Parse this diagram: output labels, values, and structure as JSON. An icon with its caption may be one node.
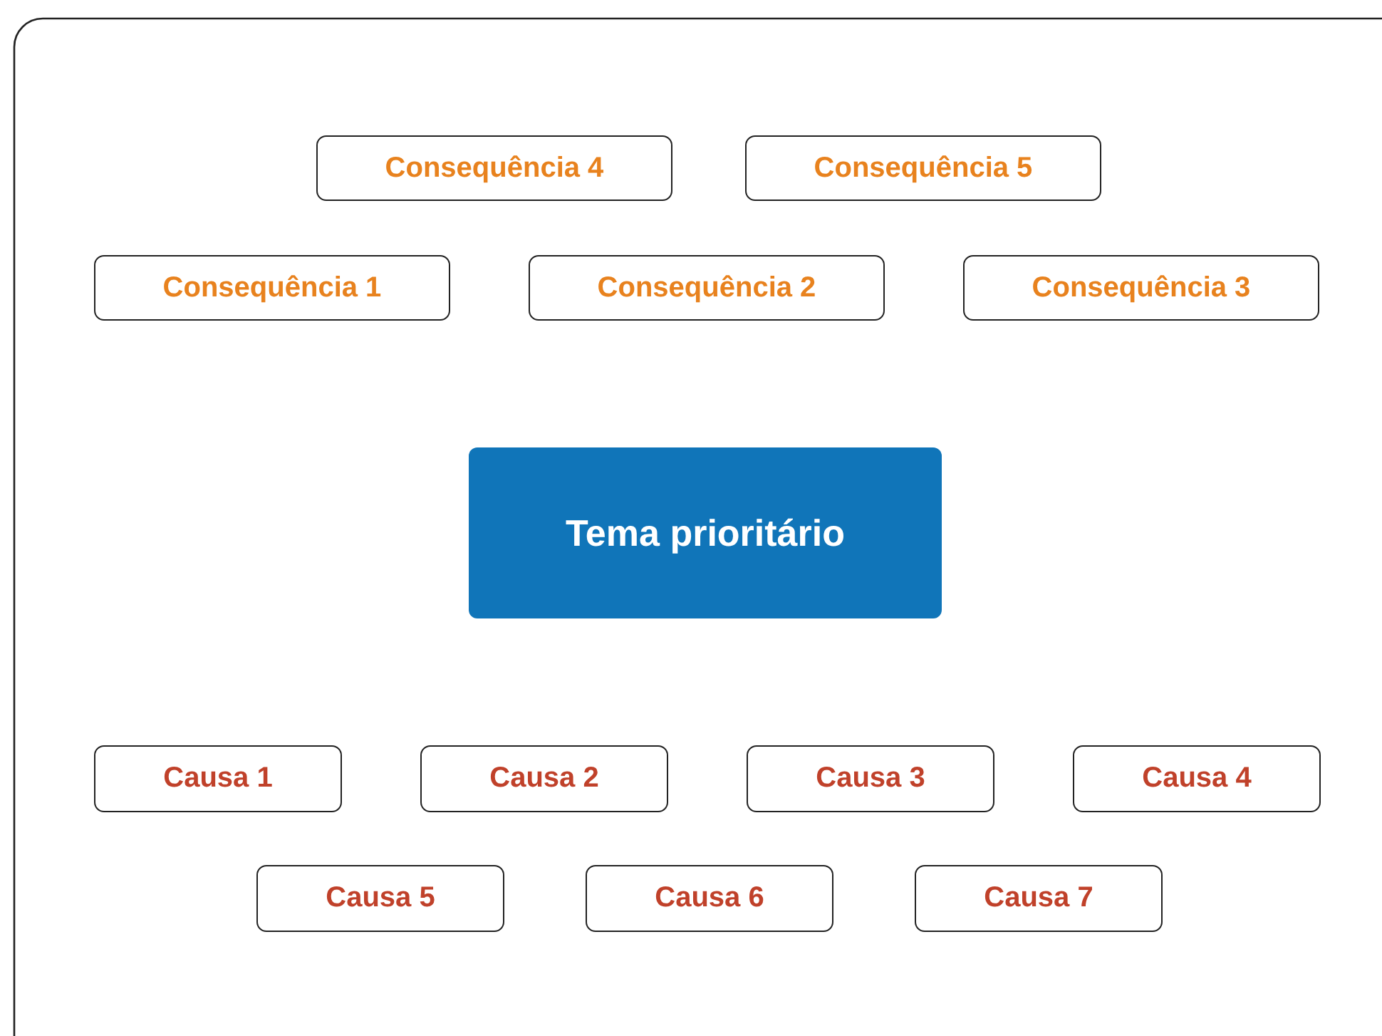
{
  "diagram": {
    "nodes": [
      {
        "text": [
          "Consequência 4"
        ]
      },
      {
        "text": [
          "Consequência 5"
        ]
      },
      {
        "text": [
          "Consequência 1"
        ]
      },
      {
        "text": [
          "Consequência 2"
        ]
      },
      {
        "text": [
          "Consequência 3"
        ]
      },
      {
        "text": [
          "Tema prioritário"
        ]
      },
      {
        "text": [
          "Causa 1"
        ]
      },
      {
        "text": [
          "Causa 2"
        ]
      },
      {
        "text": [
          "Causa 3"
        ]
      },
      {
        "text": [
          "Causa 4"
        ]
      },
      {
        "text": [
          "Causa 5"
        ]
      },
      {
        "text": [
          "Causa 6"
        ]
      },
      {
        "text": [
          "Causa 7"
        ]
      }
    ]
  }
}
